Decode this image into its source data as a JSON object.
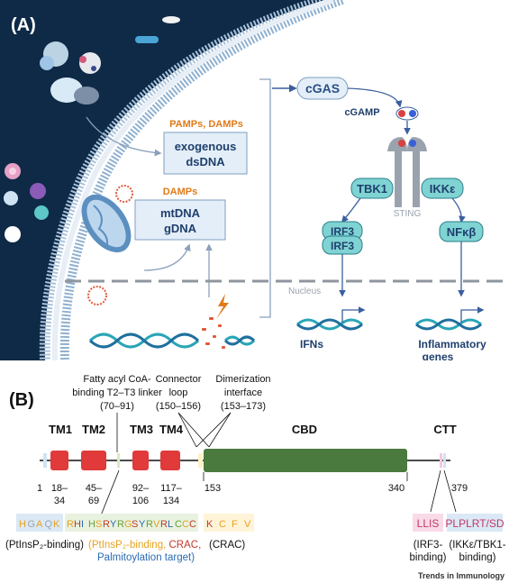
{
  "panel_a": {
    "label": "(A)",
    "pamps_damps": "PAMPs, DAMPs",
    "exogenous_line1": "exogenous",
    "exogenous_line2": "dsDNA",
    "damps": "DAMPs",
    "mtdna": "mtDNA",
    "gdna": "gDNA",
    "cgas": "cGAS",
    "cgamp": "cGAMP",
    "tbk1": "TBK1",
    "ikke": "IKKε",
    "sting": "STING",
    "irf3_a": "IRF3",
    "irf3_b": "IRF3",
    "nfkb": "NFκβ",
    "nucleus": "Nucleus",
    "ifns": "IFNs",
    "inflammatory_line1": "Inflammatory",
    "inflammatory_line2": "genes"
  },
  "panel_b": {
    "label": "(B)",
    "fatty_line1": "Fatty acyl CoA-",
    "fatty_line2": "binding T2–T3 linker",
    "fatty_line3": "(70–91)",
    "connector_line1": "Connector",
    "connector_line2": "loop",
    "connector_line3": "(150–156)",
    "dimer_line1": "Dimerization",
    "dimer_line2": "interface",
    "dimer_line3": "(153–173)",
    "tm1": "TM1",
    "tm2": "TM2",
    "tm3": "TM3",
    "tm4": "TM4",
    "cbd": "CBD",
    "ctt": "CTT",
    "pos_1": "1",
    "tm1_range_a": "18–",
    "tm1_range_b": "34",
    "tm2_range_a": "45–",
    "tm2_range_b": "69",
    "tm3_range_a": "92–",
    "tm3_range_b": "106",
    "tm4_range_a": "117–",
    "tm4_range_b": "134",
    "pos_153": "153",
    "pos_340": "340",
    "pos_379": "379",
    "motif_hgaqk": [
      "H",
      "G",
      "A",
      "Q",
      "K"
    ],
    "motif_rh": [
      "R",
      "H",
      "I",
      "H",
      "S",
      "R",
      "Y",
      "R",
      "G",
      "S",
      "Y",
      "R",
      "V",
      "R",
      "L",
      "C",
      "C",
      "C"
    ],
    "motif_k": [
      "K",
      "C",
      "F",
      "V"
    ],
    "llis": "LLIS",
    "plplrt": "PLPLRT/SD",
    "note_ptins": "(PtInsP₂-binding)",
    "note_ptins2_a": "(PtInsP₂-binding, ",
    "note_crac": "CRAC,",
    "note_palm": "Palmitoylation target)",
    "note_crac2": "(CRAC)",
    "note_irf3_a": "(IRF3-",
    "note_irf3_b": "binding)",
    "note_ikk_a": "(IKKε/TBK1-",
    "note_ikk_b": "binding)",
    "credit": "Trends in Immunology"
  },
  "colors": {
    "cell_dark": "#0e2a47",
    "membrane": "#a9c3dc",
    "tm_red": "#e03a3a",
    "cbd_green": "#4a7a3d",
    "box_blue": "#e4eef8",
    "orange": "#e07b1a",
    "teal": "#7fd3d3",
    "palm_blue": "#2a6ab3",
    "crac_red": "#c0392b",
    "ptins_orange": "#e6a21f"
  }
}
